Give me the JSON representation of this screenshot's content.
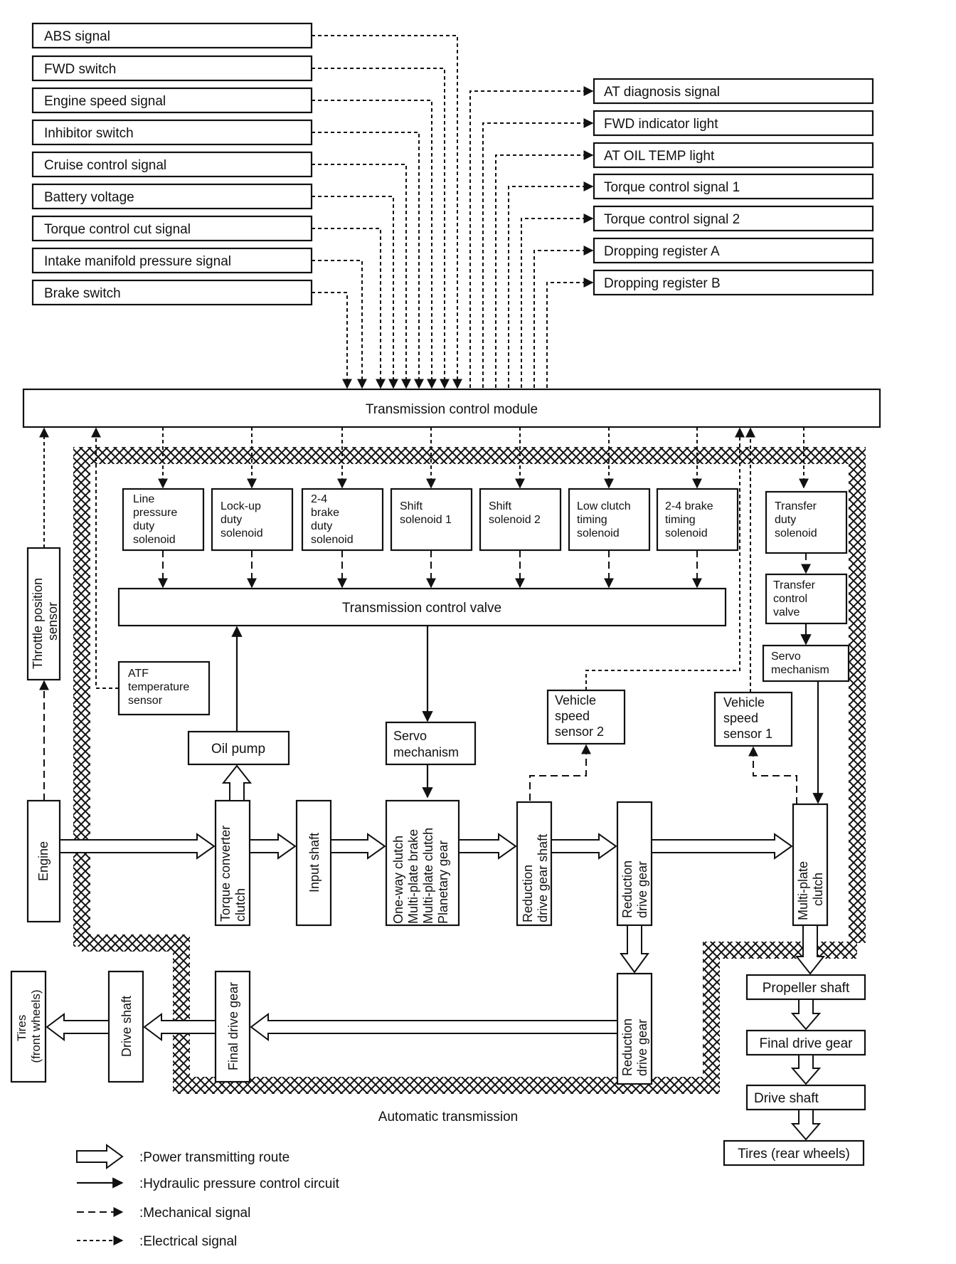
{
  "inputs": [
    "ABS signal",
    "FWD switch",
    "Engine speed signal",
    "Inhibitor switch",
    "Cruise control signal",
    "Battery voltage",
    "Torque control cut signal",
    "Intake manifold pressure signal",
    "Brake switch"
  ],
  "outputs": [
    "AT diagnosis signal",
    "FWD indicator light",
    "AT OIL TEMP light",
    "Torque control signal 1",
    "Torque control signal 2",
    "Dropping register A",
    "Dropping register B"
  ],
  "tcm": "Transmission control module",
  "solenoids": [
    [
      "Line",
      "pressure",
      "duty",
      "solenoid"
    ],
    [
      "Lock-up",
      "duty",
      "solenoid"
    ],
    [
      "2-4",
      "brake",
      "duty",
      "solenoid"
    ],
    [
      "Shift",
      "solenoid 1"
    ],
    [
      "Shift",
      "solenoid 2"
    ],
    [
      "Low clutch",
      "timing",
      "solenoid"
    ],
    [
      "2-4 brake",
      "timing",
      "solenoid"
    ]
  ],
  "transfer_solenoid": [
    "Transfer",
    "duty",
    "solenoid"
  ],
  "transfer_valve": [
    "Transfer",
    "control",
    "valve"
  ],
  "servo_right": [
    "Servo",
    "mechanism"
  ],
  "control_valve": "Transmission control valve",
  "throttle_sensor": [
    "Throttle position",
    "sensor"
  ],
  "atf_sensor": [
    "ATF",
    "temperature",
    "sensor"
  ],
  "oil_pump": "Oil pump",
  "servo_center": [
    "Servo",
    "mechanism"
  ],
  "vss2": [
    "Vehicle",
    "speed",
    "sensor 2"
  ],
  "vss1": [
    "Vehicle",
    "speed",
    "sensor 1"
  ],
  "engine": "Engine",
  "torque_converter": [
    "Torque converter",
    "clutch"
  ],
  "input_shaft": "Input shaft",
  "planetary": [
    "One-way clutch",
    "Multi-plate brake",
    "Multi-plate clutch",
    "Planetary gear"
  ],
  "reduction_shaft": [
    "Reduction",
    "drive gear shaft"
  ],
  "reduction_gear_top": [
    "Reduction",
    "drive gear"
  ],
  "multiplate": [
    "Multi-plate",
    "clutch"
  ],
  "reduction_gear_bottom": [
    "Reduction",
    "drive gear"
  ],
  "final_drive_front": "Final drive gear",
  "drive_shaft_front": "Drive shaft",
  "tires_front": [
    "Tires",
    "(front  wheels)"
  ],
  "propeller_shaft": "Propeller shaft",
  "final_drive_rear": "Final drive gear",
  "drive_shaft_rear": "Drive shaft",
  "tires_rear": "Tires (rear  wheels)",
  "at_label": "Automatic transmission",
  "legend": [
    ":Power transmitting route",
    ":Hydraulic pressure control circuit",
    ":Mechanical signal",
    ":Electrical signal"
  ]
}
